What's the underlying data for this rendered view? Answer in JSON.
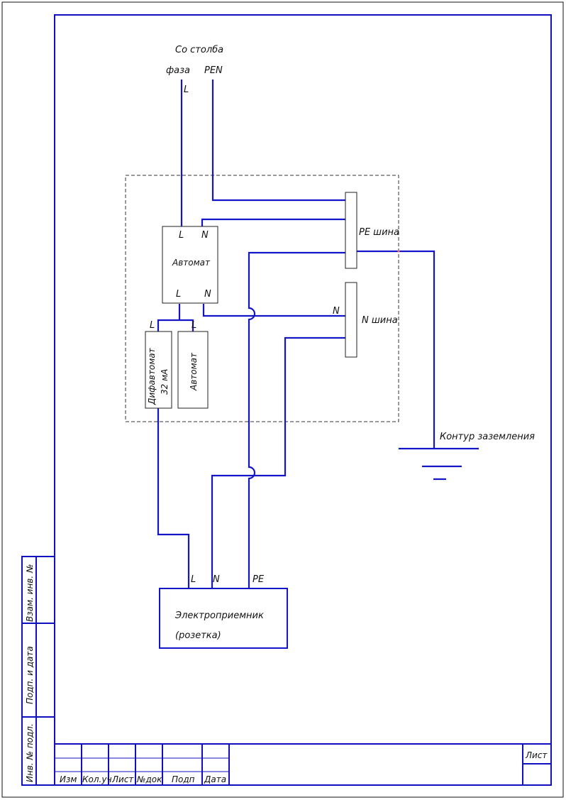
{
  "source": {
    "from_pole": "Со столба",
    "phase": "фаза",
    "phase_letter": "L",
    "pen": "PEN"
  },
  "breaker_main": {
    "label": "Автомат",
    "in_l": "L",
    "in_n": "N",
    "out_l": "L",
    "out_n": "N"
  },
  "rcbo": {
    "label_line1": "Дифавтомат",
    "label_line2": "32 мА",
    "pin": "L"
  },
  "breaker_second": {
    "label": "Автомат",
    "pin": "L"
  },
  "pe_bus": {
    "label": "PE шина"
  },
  "n_bus": {
    "label": "N шина",
    "pin": "N"
  },
  "ground": {
    "label": "Контур заземления"
  },
  "receiver": {
    "line1": "Электроприемник",
    "line2": "(розетка)",
    "pin_l": "L",
    "pin_n": "N",
    "pin_pe": "PE"
  },
  "stamp": {
    "side": [
      "Взам. инв. №",
      "Подп. и дата",
      "Инв. № подл."
    ],
    "cols": [
      "Изм",
      "Кол.уч",
      "Лист",
      "№док",
      "Подп",
      "Дата"
    ],
    "sheet": "Лист"
  },
  "colors": {
    "frame": "#1010c0",
    "wire": "#1515c8",
    "text": "#111111"
  }
}
